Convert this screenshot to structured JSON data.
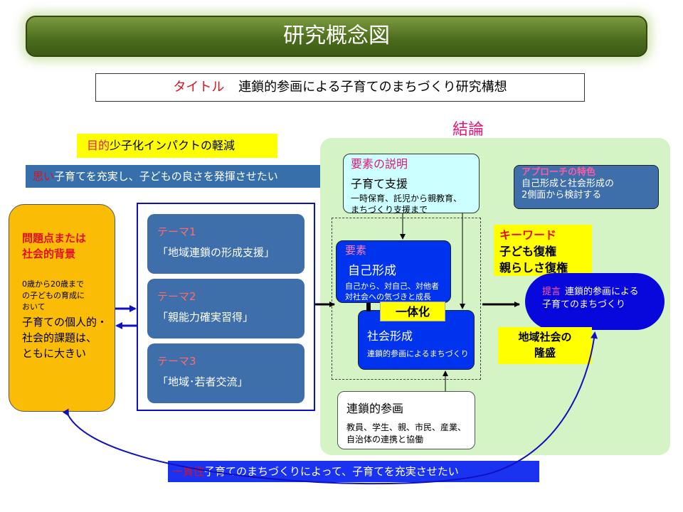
{
  "header": {
    "title": "研究概念図"
  },
  "subtitle": {
    "label": "タイトル",
    "text": "連鎖的参画による子育てのまちづくり研究構想"
  },
  "conclusion": {
    "label": "結論"
  },
  "purpose": {
    "label": "目的",
    "text": "少子化インパクトの軽減"
  },
  "wish": {
    "label": "思い",
    "text": "子育てを充実し、子どもの良さを発揮させたい"
  },
  "problem": {
    "title_line1": "問題点または",
    "title_line2": "社会的背景",
    "small_line1": "0歳から20歳まで",
    "small_line2": "の子どもの育成に",
    "small_line3": "おいて",
    "big_line1": "子育ての個人的・",
    "big_line2": "社会的課題は、",
    "big_line3": "ともに大きい"
  },
  "themes": [
    {
      "label": "テーマ1",
      "name": "「地域連鎖の形成支援」"
    },
    {
      "label": "テーマ2",
      "name": "「親能力確実習得」"
    },
    {
      "label": "テーマ3",
      "name": "「地域･若者交流」"
    }
  ],
  "explain": {
    "title": "要素の説明",
    "main": "子育て支援",
    "small_line1": "一時保育、託児から親教育、",
    "small_line2": "まちづくり支援まで"
  },
  "element": {
    "label": "要素",
    "main": "自己形成",
    "small_line1": "自己から、対自己、対他者",
    "small_line2": "対社会への気づきと成長"
  },
  "unity": {
    "label": "一体化"
  },
  "social": {
    "main": "社会形成",
    "small": "連鎖的参画によるまちづくり"
  },
  "rensa": {
    "main": "連鎖的参画",
    "small_line1": "教員、学生、親、市民、産業、",
    "small_line2": "自治体の連携と協働"
  },
  "approach": {
    "title": "アプローチの特色",
    "line1": "自己形成と社会形成の",
    "line2": "2側面から検討する"
  },
  "keyword": {
    "label": "キーワード",
    "line1": "子ども復権",
    "line2": "親らしさ復権"
  },
  "proposal": {
    "label": "提言",
    "line1": "連鎖的参画による",
    "line2": "子育てのまちづくり"
  },
  "region": {
    "line1": "地域社会の",
    "line2": "隆盛"
  },
  "consistency": {
    "label": "一貫性",
    "text": "子育てのまちづくりによって、子育てを充実させたい"
  },
  "colors": {
    "title_green": "#4a6b1c",
    "panel_green": "#d4f4c6",
    "theme_blue": "#3e6faa",
    "element_blue": "#0033ee",
    "highlight_yellow": "#ffff00",
    "problem_orange": "#fbbc05",
    "accent_red": "#e0101e",
    "accent_magenta": "#e0187a"
  }
}
